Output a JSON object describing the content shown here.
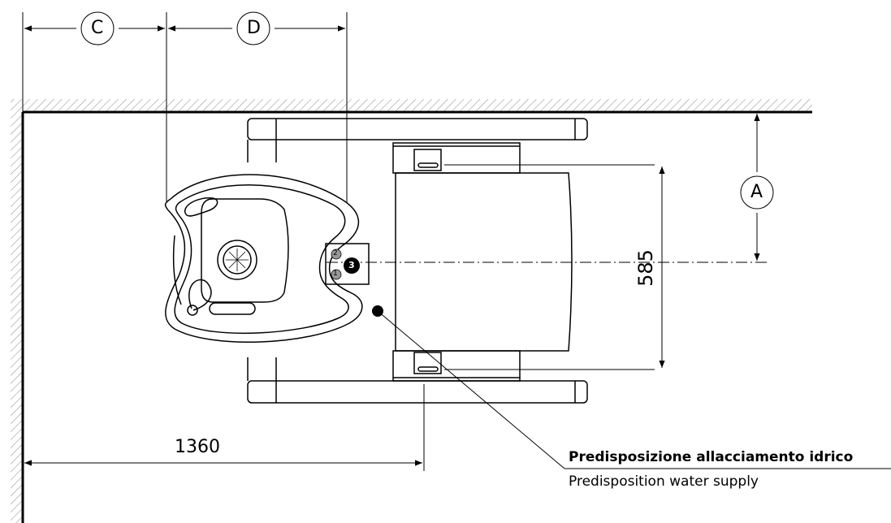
{
  "dimensions": {
    "c_label": "C",
    "d_label": "D",
    "a_label": "A",
    "width_1360": "1360",
    "depth_585": "585"
  },
  "connections": {
    "one": "1",
    "two": "2",
    "three": "3"
  },
  "note": {
    "it": "Predisposizione allacciamento idrico",
    "en": "Predisposition water supply"
  }
}
